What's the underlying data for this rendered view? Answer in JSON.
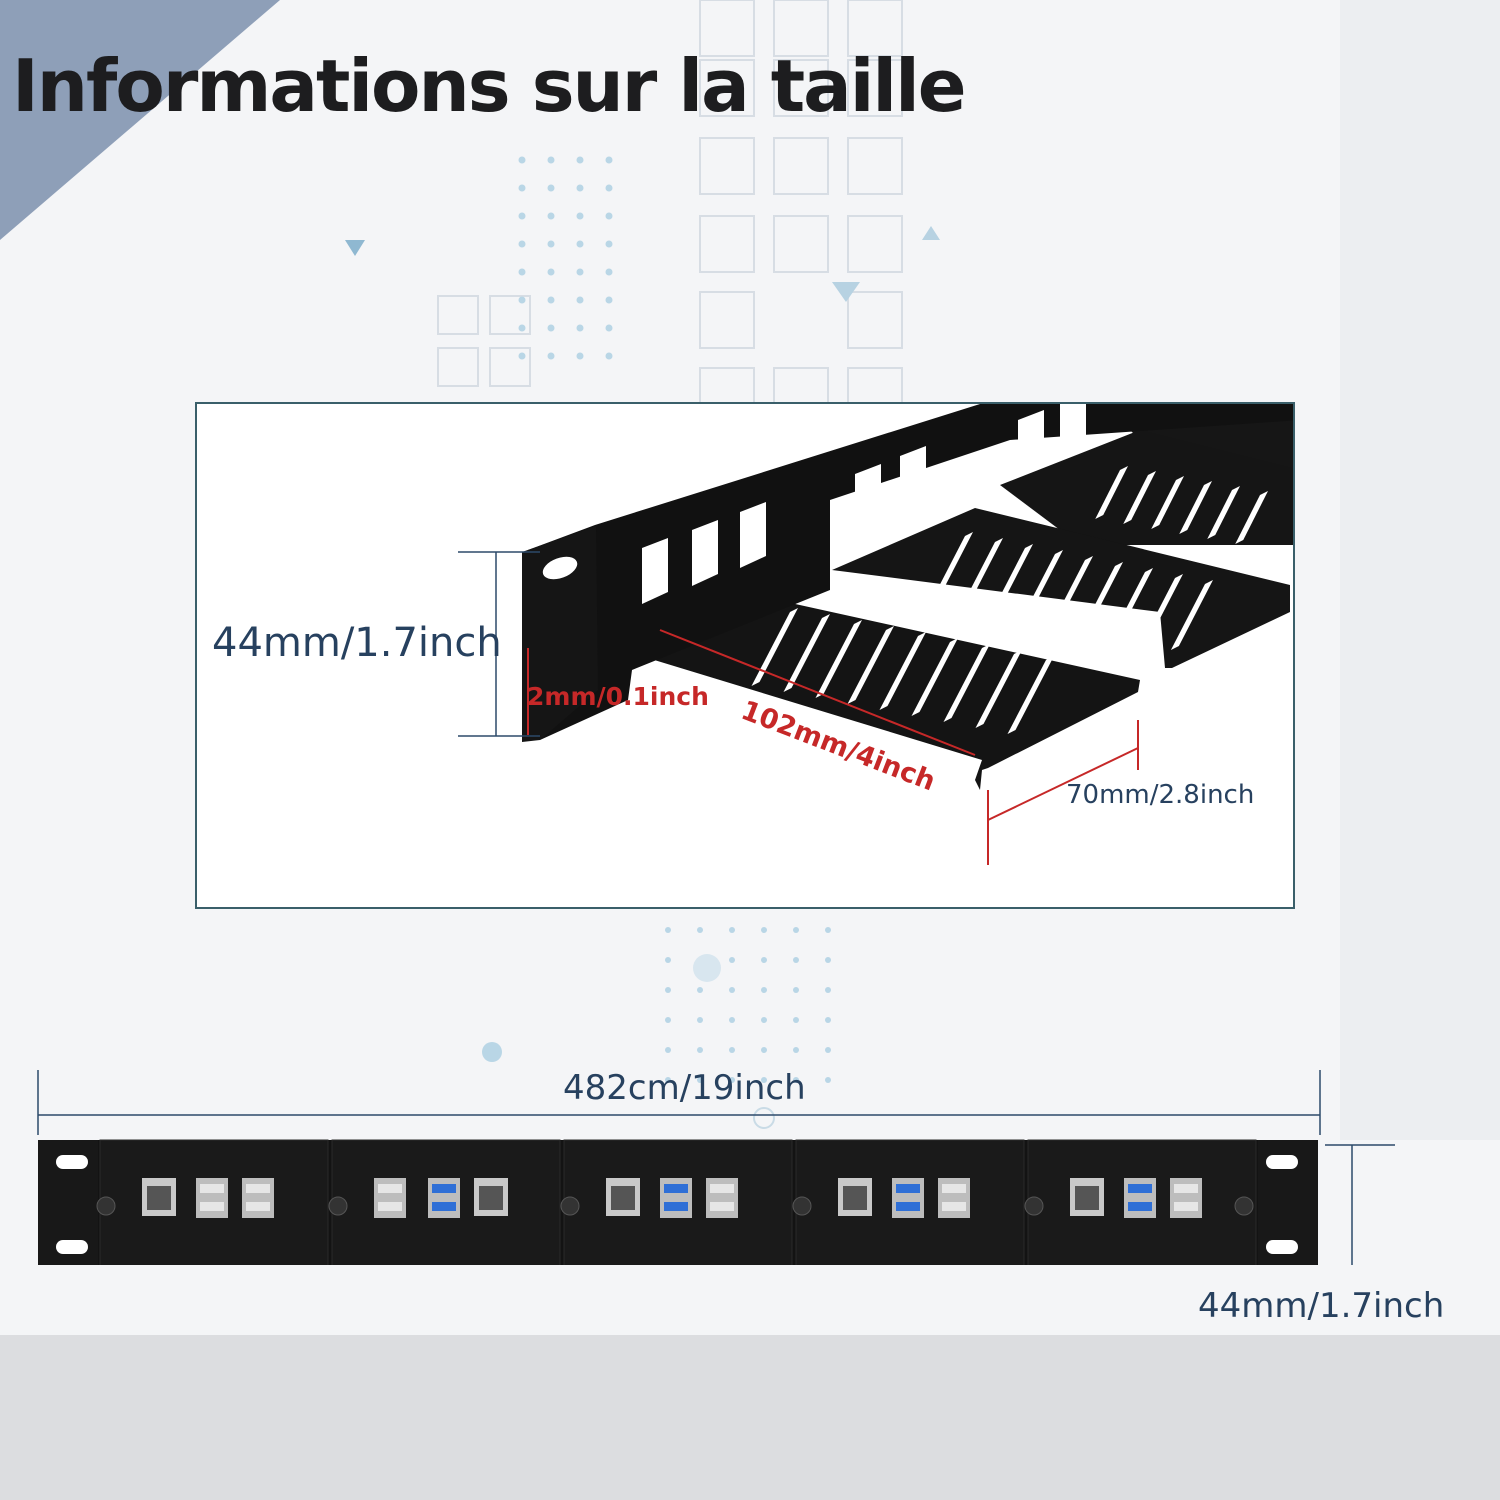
{
  "title": "Informations sur la taille",
  "colors": {
    "dimension_line_dark": "#2d4a6a",
    "dimension_line_red": "#c62828",
    "bracket_black": "#151515",
    "usb3_blue": "#2f6fd6",
    "frame_border": "#3a5f6a"
  },
  "detail_view": {
    "height_label": "44mm/1.7inch",
    "thickness_label": "2mm/0.1inch",
    "depth_label": "102mm/4inch",
    "tray_width_label": "70mm/2.8inch"
  },
  "front_view": {
    "width_label": "482cm/19inch",
    "height_label": "44mm/1.7inch",
    "modules": [
      {
        "ports": [
          "ethernet",
          "usb2",
          "usb2"
        ]
      },
      {
        "ports": [
          "usb2",
          "usb3",
          "ethernet"
        ]
      },
      {
        "ports": [
          "ethernet",
          "usb3",
          "usb2"
        ]
      },
      {
        "ports": [
          "ethernet",
          "usb3",
          "usb2"
        ]
      },
      {
        "ports": [
          "ethernet",
          "usb3",
          "usb2"
        ]
      }
    ]
  }
}
